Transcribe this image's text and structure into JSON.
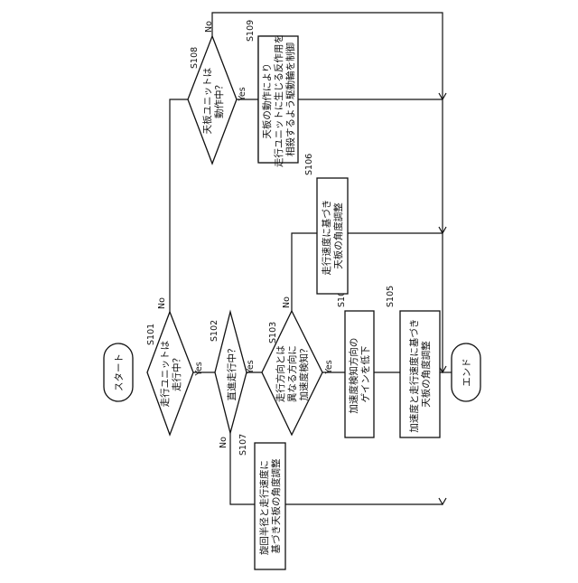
{
  "flowchart": {
    "start": "スタート",
    "end": "エンド",
    "s101": {
      "step": "S101",
      "lines": [
        "走行ユニットは",
        "走行中？"
      ],
      "yes": "Yes",
      "no": "No"
    },
    "s102": {
      "step": "S102",
      "lines": [
        "直進走行中？"
      ],
      "yes": "Yes",
      "no": "No"
    },
    "s103": {
      "step": "S103",
      "lines": [
        "走行方向とは",
        "異なる方向に",
        "加速度検知？"
      ],
      "yes": "Yes",
      "no": "No"
    },
    "s104": {
      "step": "S104",
      "lines": [
        "加速度検知方向の",
        "ゲインを低下"
      ]
    },
    "s105": {
      "step": "S105",
      "lines": [
        "加速度と走行速度に基づき",
        "天板の角度調整"
      ]
    },
    "s106": {
      "step": "S106",
      "lines": [
        "走行速度に基づき",
        "天板の角度調整"
      ]
    },
    "s107": {
      "step": "S107",
      "lines": [
        "旋回半径と走行速度に",
        "基づき天板の角度調整"
      ]
    },
    "s108": {
      "step": "S108",
      "lines": [
        "天板ユニットは",
        "動作中？"
      ],
      "yes": "Yes",
      "no": "No"
    },
    "s109": {
      "step": "S109",
      "lines": [
        "天板の動作により",
        "走行ユニットに生じる反作用を",
        "相殺するよう駆動輪を制御"
      ]
    }
  }
}
